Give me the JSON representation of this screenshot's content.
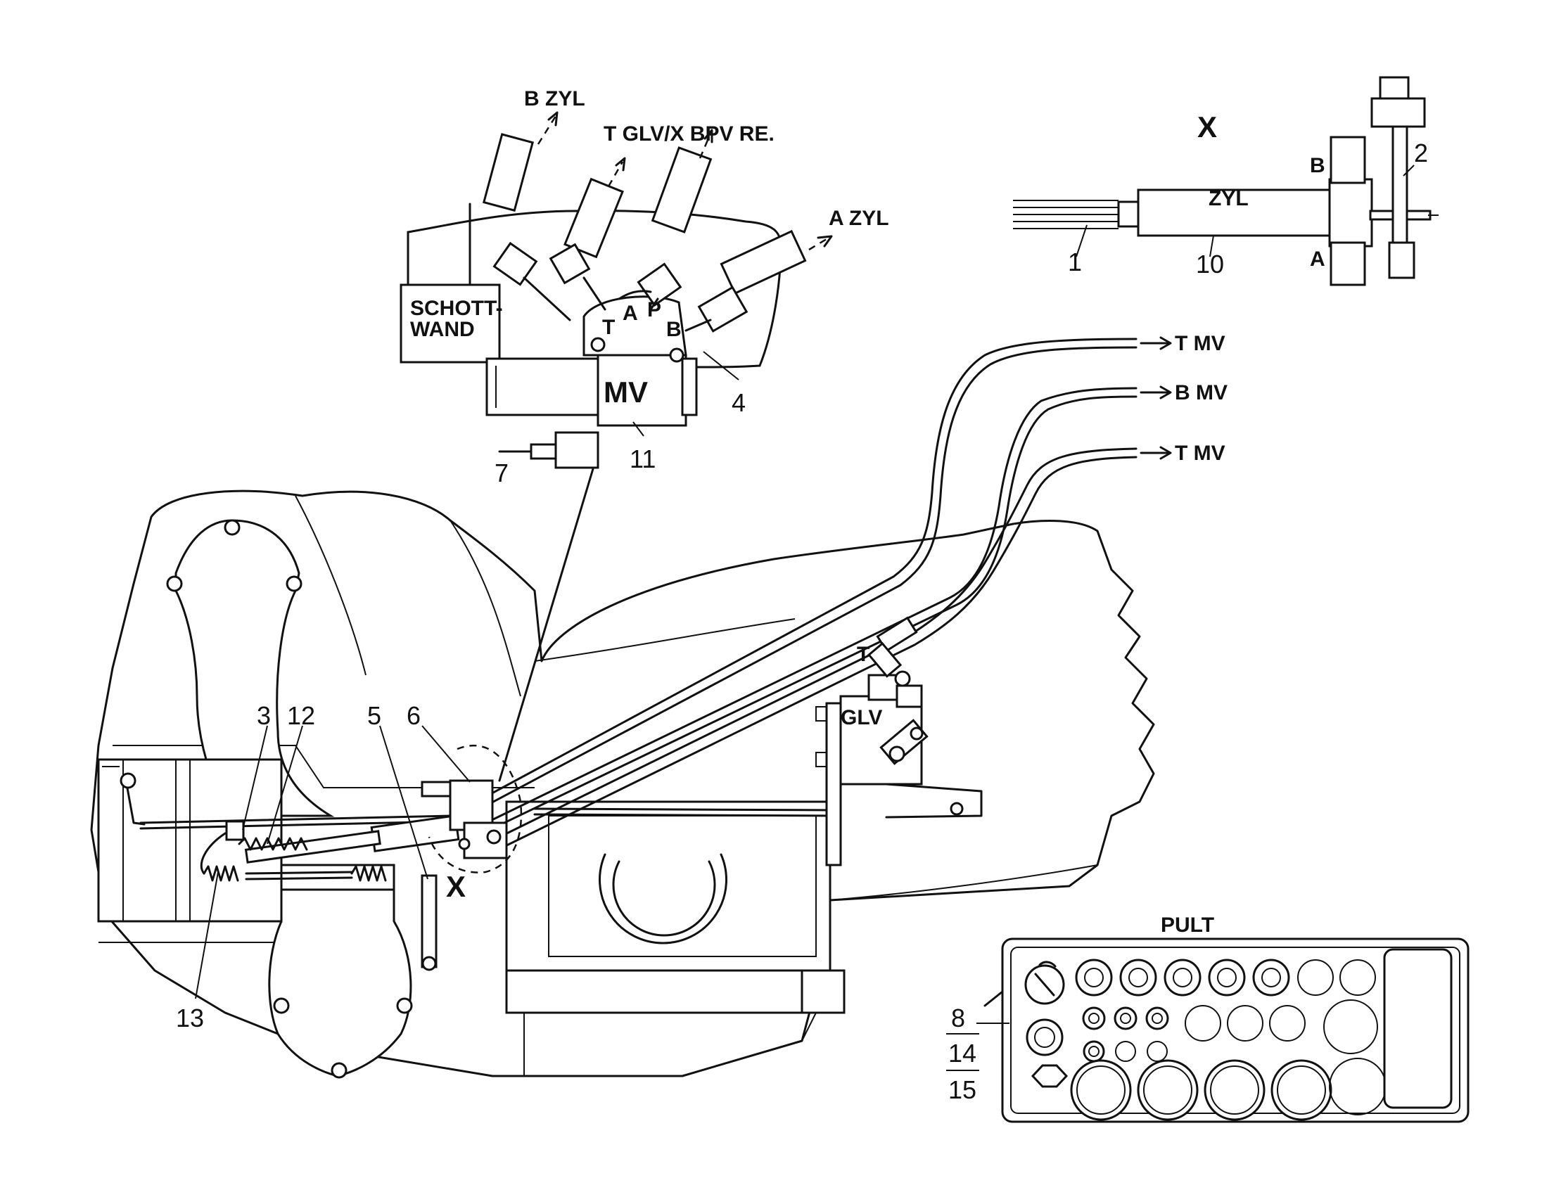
{
  "labels": {
    "b_zyl": "B ZYL",
    "t_glv_x_bpv": "T GLV/X BPV RE.",
    "a_zyl": "A ZYL",
    "schott_1": "SCHOTT-",
    "schott_2": "WAND",
    "mv": "MV",
    "port_a": "A",
    "port_p": "P",
    "port_t": "T",
    "port_b": "B",
    "detail_x": "X",
    "zyl": "ZYL",
    "det_b": "B",
    "det_a": "A",
    "t_mv_1": "T MV",
    "b_mv": "B MV",
    "t_mv_2": "T MV",
    "glv": "GLV",
    "glv_t": "T",
    "x_marker": "X",
    "pult": "PULT"
  },
  "callouts": {
    "n1": "1",
    "n2": "2",
    "n3": "3",
    "n4": "4",
    "n5": "5",
    "n6": "6",
    "n7": "7",
    "n10": "10",
    "n11": "11",
    "n12": "12",
    "n13": "13",
    "n8": "8",
    "n14": "14",
    "n15": "15"
  },
  "colors": {
    "ink": "#111111",
    "paper": "#ffffff"
  }
}
